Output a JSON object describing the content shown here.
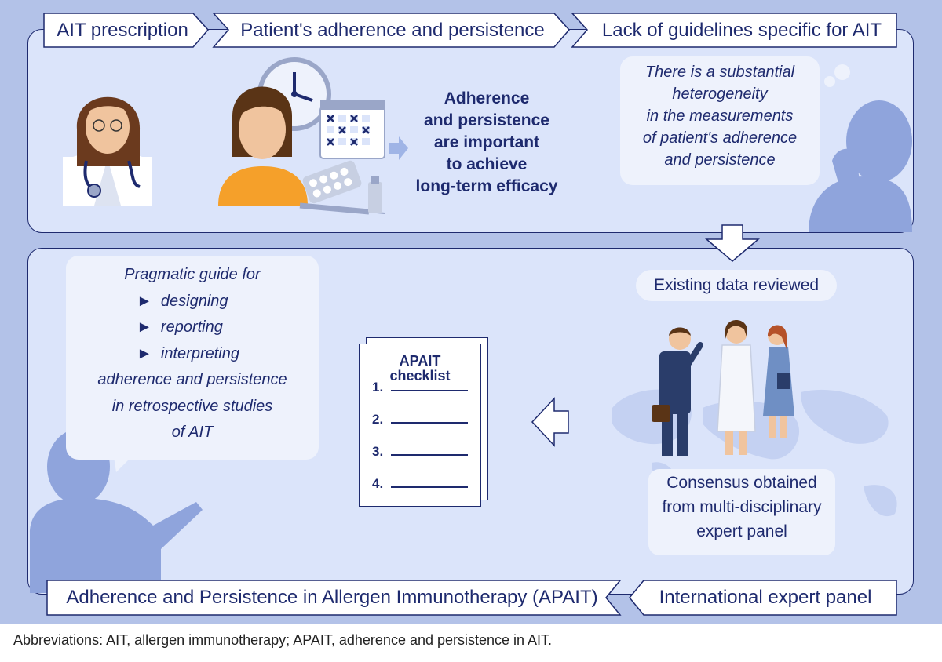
{
  "flow_steps": [
    "AIT prescription",
    "Patient's adherence and persistence",
    "Lack of guidelines specific for AIT"
  ],
  "bottom_steps": {
    "left": "Adherence and Persistence in Allergen Immunotherapy (APAIT)",
    "right": "International expert panel"
  },
  "importance_lines": [
    "Adherence",
    "and persistence",
    "are important",
    "to achieve",
    "long-term efficacy"
  ],
  "heterogeneity_lines": [
    "There is a substantial",
    "heterogeneity",
    "in the measurements",
    "of patient's adherence",
    "and persistence"
  ],
  "existing_data": "Existing data reviewed",
  "consensus_lines": [
    "Consensus obtained",
    "from multi-disciplinary",
    "expert panel"
  ],
  "checklist": {
    "title_line1": "APAIT",
    "title_line2": "checklist",
    "items": [
      "1.",
      "2.",
      "3.",
      "4."
    ]
  },
  "guide": {
    "heading": "Pragmatic guide for",
    "bullets": [
      "designing",
      "reporting",
      "interpreting"
    ],
    "bullet_symbol": "►",
    "tail_lines": [
      "adherence and persistence",
      "in retrospective studies",
      "of AIT"
    ]
  },
  "footer": "Abbreviations: AIT, allergen immunotherapy; APAIT, adherence and persistence in AIT.",
  "colors": {
    "navy": "#1e2a6e",
    "panel_fill": "#dbe4fa",
    "background": "#b3c2e8",
    "silhouette": "#8fa4dc",
    "orange": "#f5a02a"
  }
}
